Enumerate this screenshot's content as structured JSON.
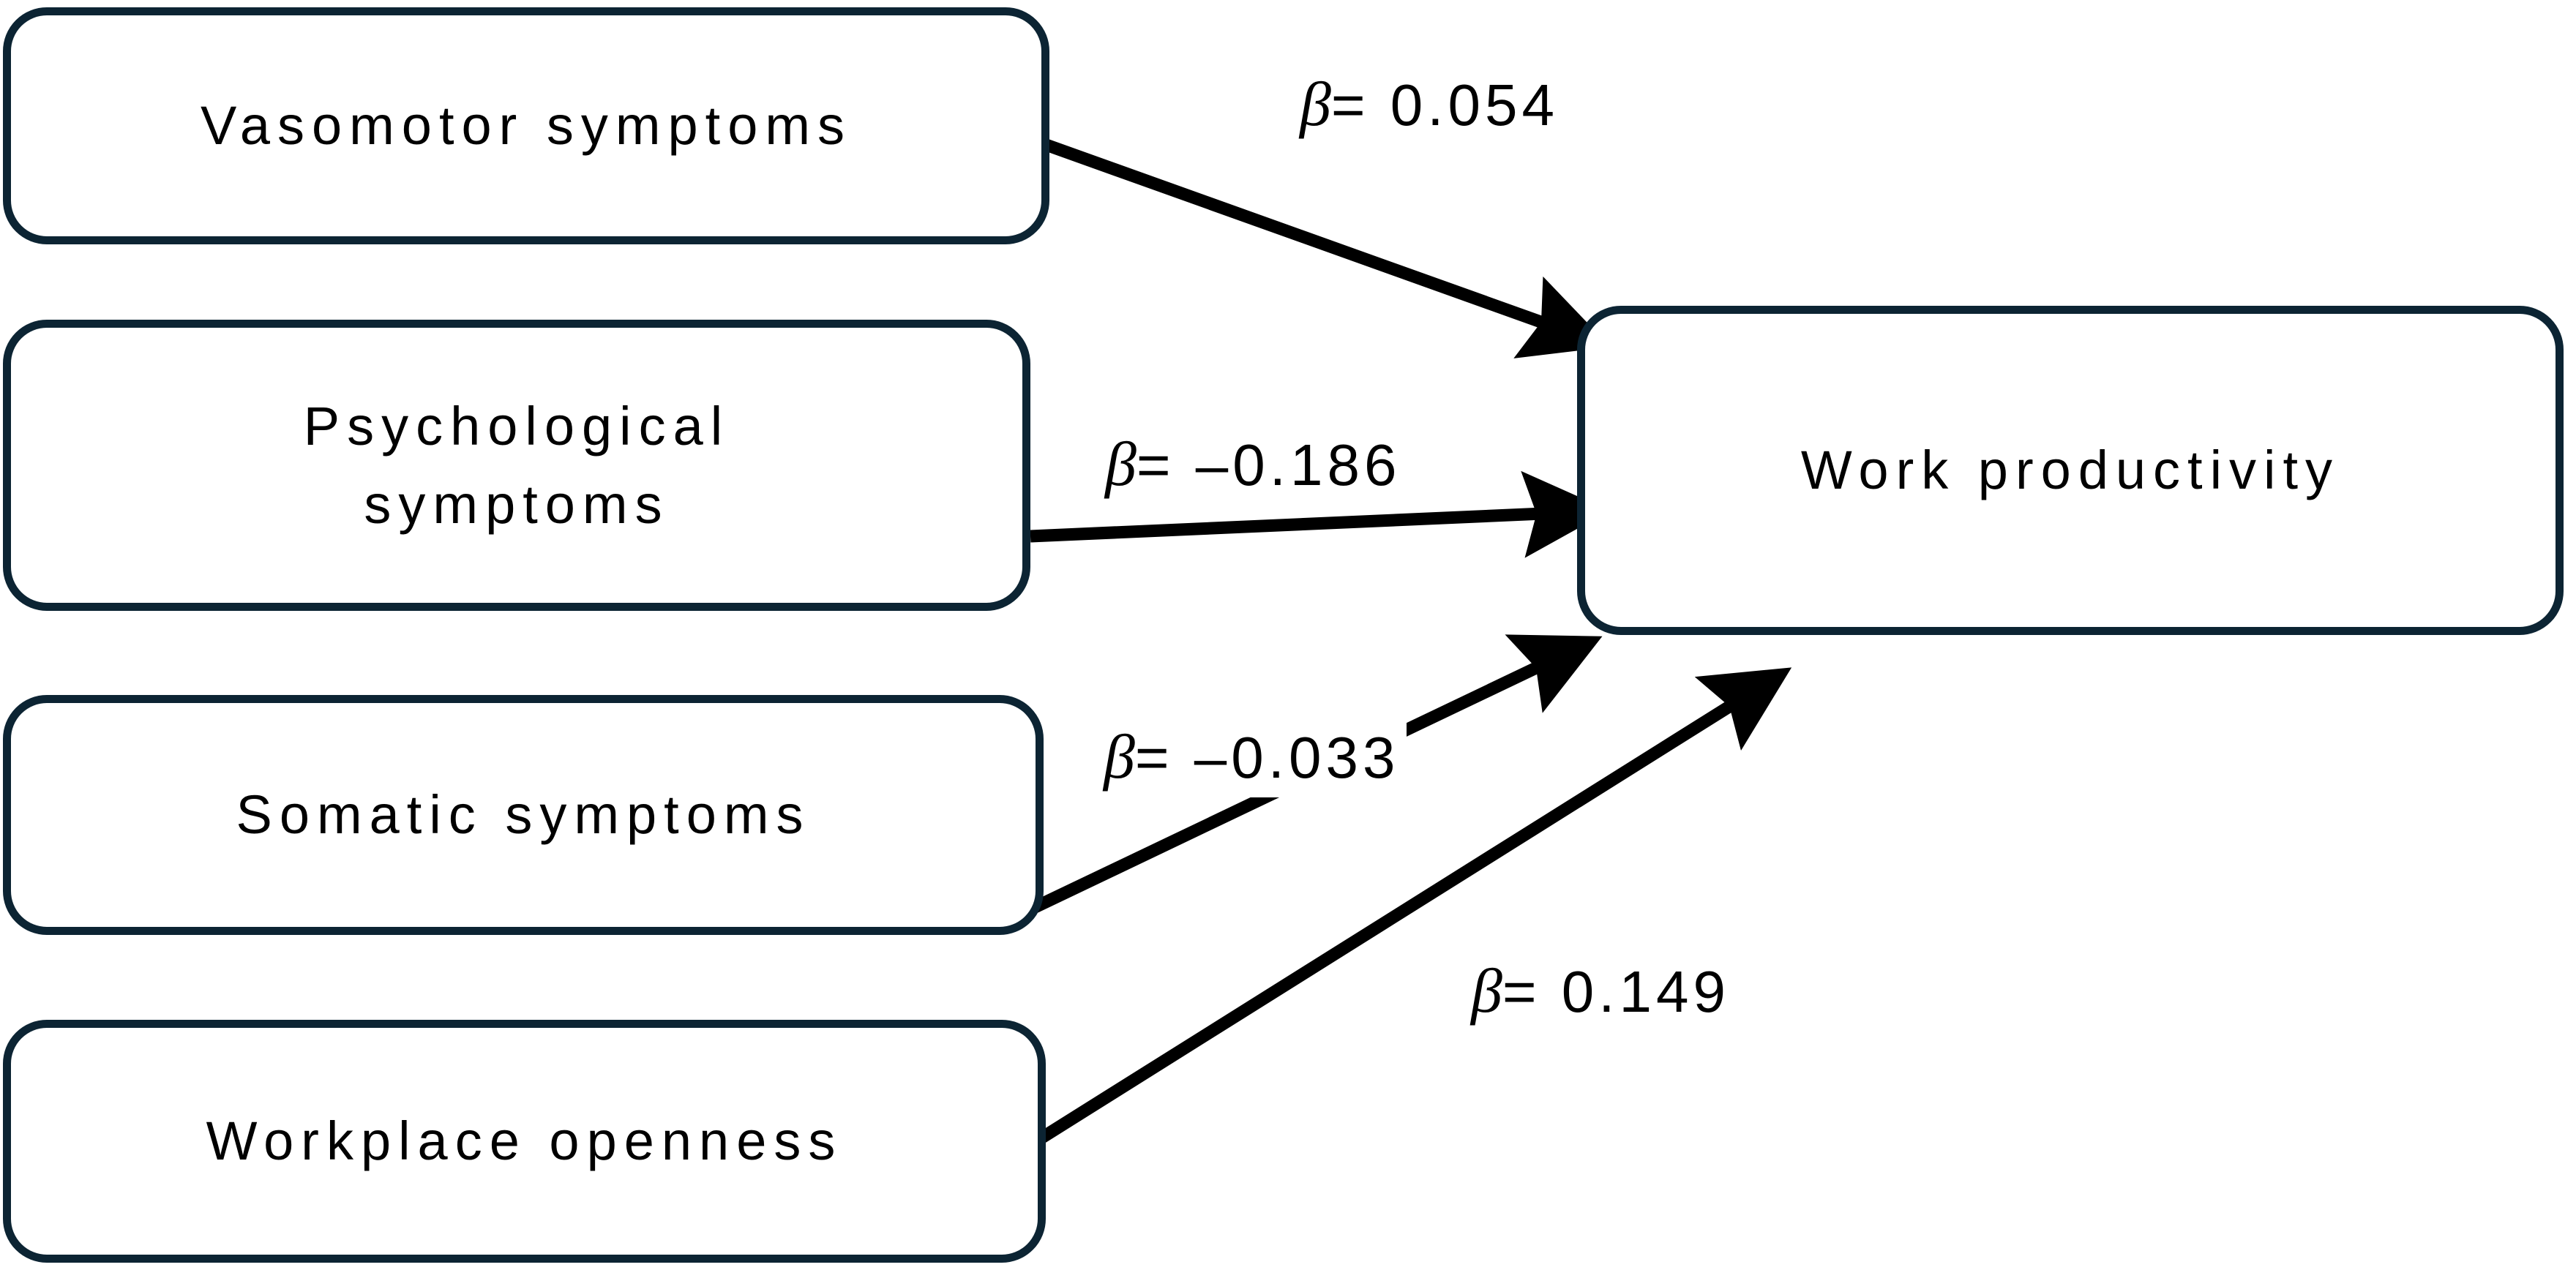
{
  "diagram": {
    "type": "path-diagram",
    "title": "",
    "background_color": "#ffffff",
    "box_border_color": "#0c2433",
    "text_color": "#000000",
    "arrow_color": "#000000",
    "nodes": [
      {
        "id": "vasomotor",
        "label": "Vasomotor symptoms",
        "role": "predictor"
      },
      {
        "id": "psychological",
        "label": "Psychological\nsymptoms",
        "role": "predictor"
      },
      {
        "id": "somatic",
        "label": "Somatic symptoms",
        "role": "predictor"
      },
      {
        "id": "workplace",
        "label": "Workplace openness",
        "role": "predictor"
      },
      {
        "id": "outcome",
        "label": "Work productivity",
        "role": "outcome"
      }
    ],
    "edges": [
      {
        "from": "vasomotor",
        "to": "outcome",
        "coefficient": "β = 0.054",
        "beta_symbol": "β",
        "value": "= 0.054",
        "numeric": 0.054
      },
      {
        "from": "psychological",
        "to": "outcome",
        "coefficient": "β = –0.186",
        "beta_symbol": "β",
        "value": "= –0.186",
        "numeric": -0.186
      },
      {
        "from": "somatic",
        "to": "outcome",
        "coefficient": "β = –0.033",
        "beta_symbol": "β",
        "value": "= –0.033",
        "numeric": -0.033
      },
      {
        "from": "workplace",
        "to": "outcome",
        "coefficient": "β = 0.149",
        "beta_symbol": "β",
        "value": "= 0.149",
        "numeric": 0.149
      }
    ]
  }
}
